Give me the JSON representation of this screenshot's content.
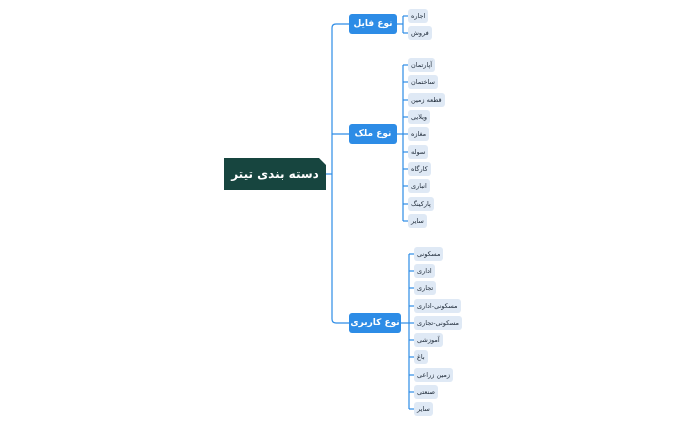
{
  "colors": {
    "root": "#17453f",
    "branch": "#2d8ce6",
    "leaf": "#dfe9f5",
    "connector": "#2d8ce6"
  },
  "root": {
    "label": "دسته بندی تیتر"
  },
  "branches": [
    {
      "label": "نوع فایل",
      "items": [
        "اجاره",
        "فروش"
      ]
    },
    {
      "label": "نوع ملک",
      "items": [
        "آپارتمان",
        "ساختمان",
        "قطعه زمین",
        "ویلایی",
        "مغازه",
        "سوله",
        "کارگاه",
        "انباری",
        "پارکینگ",
        "سایر"
      ]
    },
    {
      "label": "نوع کاربری",
      "items": [
        "مسکونی",
        "اداری",
        "تجاری",
        "مسکونی-اداری",
        "مسکونی-تجاری",
        "آموزشی",
        "باغ",
        "زمین زراعی",
        "صنعتی",
        "سایر"
      ]
    }
  ]
}
